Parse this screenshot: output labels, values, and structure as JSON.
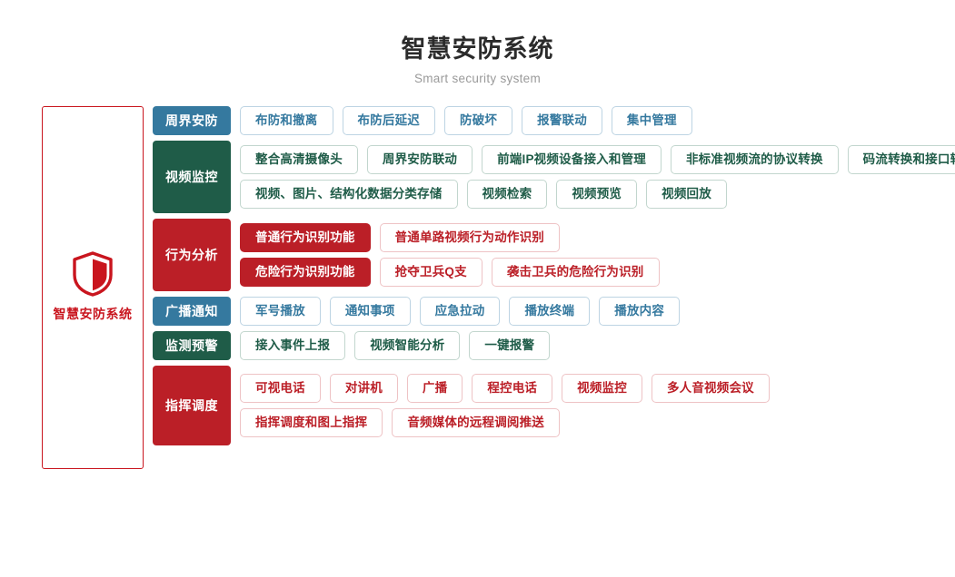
{
  "header": {
    "title": "智慧安防系统",
    "subtitle": "Smart security system"
  },
  "brand": {
    "icon": "shield-icon",
    "label": "智慧安防系统",
    "border_color": "#c9151e",
    "text_color": "#c9151e"
  },
  "colors": {
    "blue": "#35799f",
    "green": "#1f5c48",
    "red": "#bb1f27",
    "title": "#2b2b2b",
    "subtitle": "#9a9a9a"
  },
  "categories": [
    {
      "label": "周界安防",
      "theme": "blue",
      "lines": [
        [
          {
            "label": "布防和撤离",
            "style": "outline"
          },
          {
            "label": "布防后延迟",
            "style": "outline"
          },
          {
            "label": "防破坏",
            "style": "outline"
          },
          {
            "label": "报警联动",
            "style": "outline"
          },
          {
            "label": "集中管理",
            "style": "outline"
          }
        ]
      ]
    },
    {
      "label": "视频监控",
      "theme": "green",
      "lines": [
        [
          {
            "label": "整合高清摄像头",
            "style": "outline"
          },
          {
            "label": "周界安防联动",
            "style": "outline"
          },
          {
            "label": "前端IP视频设备接入和管理",
            "style": "outline"
          },
          {
            "label": "非标准视频流的协议转换",
            "style": "outline"
          },
          {
            "label": "码流转换和接口转换",
            "style": "outline"
          }
        ],
        [
          {
            "label": "视频、图片、结构化数据分类存储",
            "style": "outline"
          },
          {
            "label": "视频检索",
            "style": "outline"
          },
          {
            "label": "视频预览",
            "style": "outline"
          },
          {
            "label": "视频回放",
            "style": "outline"
          }
        ]
      ]
    },
    {
      "label": "行为分析",
      "theme": "red",
      "lines": [
        [
          {
            "label": "普通行为识别功能",
            "style": "solid"
          },
          {
            "label": "普通单路视频行为动作识别",
            "style": "outline"
          }
        ],
        [
          {
            "label": "危险行为识别功能",
            "style": "solid"
          },
          {
            "label": "抢夺卫兵Q支",
            "style": "outline"
          },
          {
            "label": "袭击卫兵的危险行为识别",
            "style": "outline"
          }
        ]
      ]
    },
    {
      "label": "广播通知",
      "theme": "blue",
      "lines": [
        [
          {
            "label": "军号播放",
            "style": "outline"
          },
          {
            "label": "通知事项",
            "style": "outline"
          },
          {
            "label": "应急拉动",
            "style": "outline"
          },
          {
            "label": "播放终端",
            "style": "outline"
          },
          {
            "label": "播放内容",
            "style": "outline"
          }
        ]
      ]
    },
    {
      "label": "监测预警",
      "theme": "green",
      "lines": [
        [
          {
            "label": "接入事件上报",
            "style": "outline"
          },
          {
            "label": "视频智能分析",
            "style": "outline"
          },
          {
            "label": "一键报警",
            "style": "outline"
          }
        ]
      ]
    },
    {
      "label": "指挥调度",
      "theme": "red",
      "lines": [
        [
          {
            "label": "可视电话",
            "style": "outline"
          },
          {
            "label": "对讲机",
            "style": "outline"
          },
          {
            "label": "广播",
            "style": "outline"
          },
          {
            "label": "程控电话",
            "style": "outline"
          },
          {
            "label": "视频监控",
            "style": "outline"
          },
          {
            "label": "多人音视频会议",
            "style": "outline"
          }
        ],
        [
          {
            "label": "指挥调度和图上指挥",
            "style": "outline"
          },
          {
            "label": "音频媒体的远程调阅推送",
            "style": "outline"
          }
        ]
      ]
    }
  ]
}
